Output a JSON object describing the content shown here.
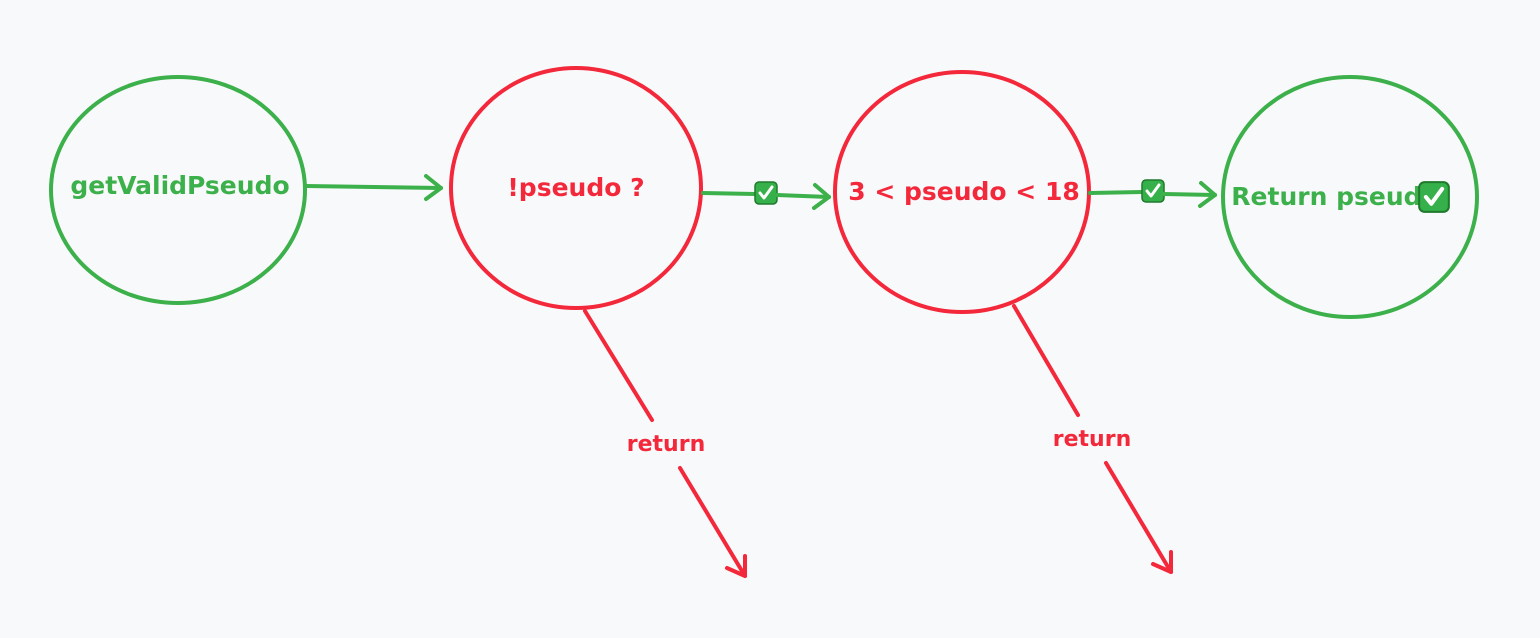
{
  "colors": {
    "background": "#f8f9fa",
    "green": "#3cb04a",
    "red": "#f3283b",
    "check_fill": "#35b04a",
    "check_border": "#1f7a2c",
    "check_mark": "#ffffff"
  },
  "nodes": {
    "start": {
      "label": "getValidPseudo",
      "color": "green"
    },
    "check_empty": {
      "label": "!pseudo ?",
      "color": "red"
    },
    "check_length": {
      "label": "3 < pseudo < 18",
      "color": "red"
    },
    "result": {
      "label": "Return pseudo",
      "color": "green",
      "icon": "check-mark-box-icon"
    }
  },
  "edges": {
    "start_to_empty": {
      "from": "start",
      "to": "check_empty",
      "label": ""
    },
    "empty_to_length": {
      "from": "check_empty",
      "to": "check_length",
      "icon": "check-mark-box-icon"
    },
    "length_to_result": {
      "from": "check_length",
      "to": "result",
      "icon": "check-mark-box-icon"
    },
    "empty_return": {
      "from": "check_empty",
      "label": "return"
    },
    "length_return": {
      "from": "check_length",
      "label": "return"
    }
  }
}
